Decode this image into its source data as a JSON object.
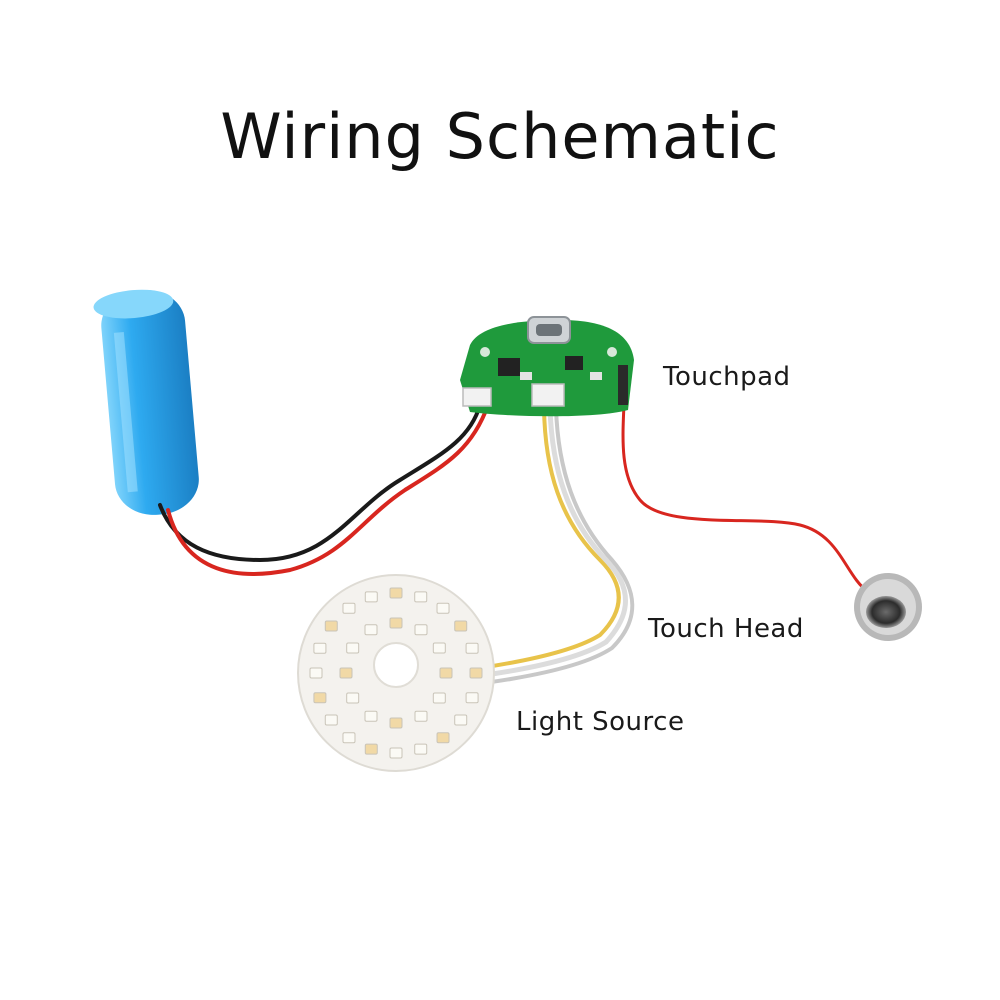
{
  "title": "Wiring Schematic",
  "labels": {
    "touchpad": "Touchpad",
    "touch_head": "Touch Head",
    "light_source": "Light Source"
  },
  "colors": {
    "battery": "#2aa7e8",
    "pcb": "#1f9a3c",
    "wire_red": "#d8261f",
    "wire_black": "#1a1a1a",
    "wire_white": "#dcdcdc",
    "wire_yellow": "#e8c34a",
    "led_ring": "#f4f2ee"
  }
}
